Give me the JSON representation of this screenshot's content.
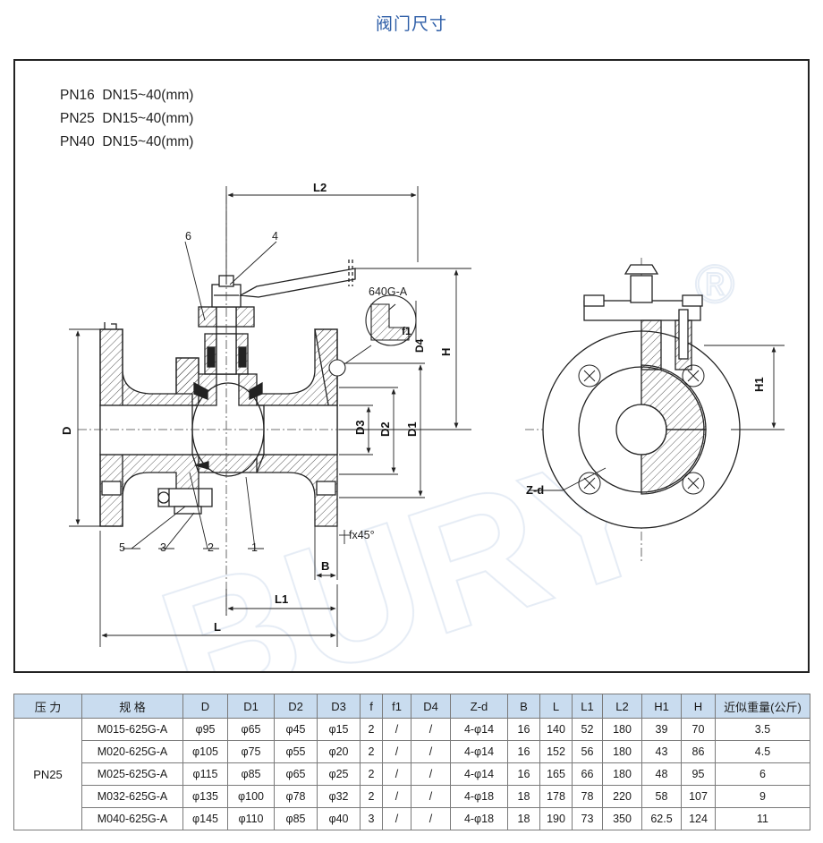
{
  "page": {
    "title": "阀门尺寸"
  },
  "drawing": {
    "pn_lines": [
      "PN16  DN15~40(mm)",
      "PN25  DN15~40(mm)",
      "PN40  DN15~40(mm)"
    ],
    "labels": {
      "L2": "L2",
      "H": "H",
      "H1": "H1",
      "D": "D",
      "D1": "D1",
      "D2": "D2",
      "D3": "D3",
      "D4": "D4",
      "f1": "f1",
      "fx45": "fx45°",
      "B": "B",
      "L1": "L1",
      "L": "L",
      "model": "640G-A",
      "zd": "Z-d",
      "part1": "1",
      "part2": "2",
      "part3": "3",
      "part4": "4",
      "part5": "5",
      "part6": "6"
    },
    "watermark": "BURY",
    "registered": "®"
  },
  "table": {
    "headers": [
      "压  力",
      "规  格",
      "D",
      "D1",
      "D2",
      "D3",
      "f",
      "f1",
      "D4",
      "Z-d",
      "B",
      "L",
      "L1",
      "L2",
      "H1",
      "H",
      "近似重量(公斤)"
    ],
    "pressure": "PN25",
    "rows": [
      [
        "M015-625G-A",
        "φ95",
        "φ65",
        "φ45",
        "φ15",
        "2",
        "/",
        "/",
        "4-φ14",
        "16",
        "140",
        "52",
        "180",
        "39",
        "70",
        "3.5"
      ],
      [
        "M020-625G-A",
        "φ105",
        "φ75",
        "φ55",
        "φ20",
        "2",
        "/",
        "/",
        "4-φ14",
        "16",
        "152",
        "56",
        "180",
        "43",
        "86",
        "4.5"
      ],
      [
        "M025-625G-A",
        "φ115",
        "φ85",
        "φ65",
        "φ25",
        "2",
        "/",
        "/",
        "4-φ14",
        "16",
        "165",
        "66",
        "180",
        "48",
        "95",
        "6"
      ],
      [
        "M032-625G-A",
        "φ135",
        "φ100",
        "φ78",
        "φ32",
        "2",
        "/",
        "/",
        "4-φ18",
        "18",
        "178",
        "78",
        "220",
        "58",
        "107",
        "9"
      ],
      [
        "M040-625G-A",
        "φ145",
        "φ110",
        "φ85",
        "φ40",
        "3",
        "/",
        "/",
        "4-φ18",
        "18",
        "190",
        "73",
        "350",
        "62.5",
        "124",
        "11"
      ]
    ]
  }
}
